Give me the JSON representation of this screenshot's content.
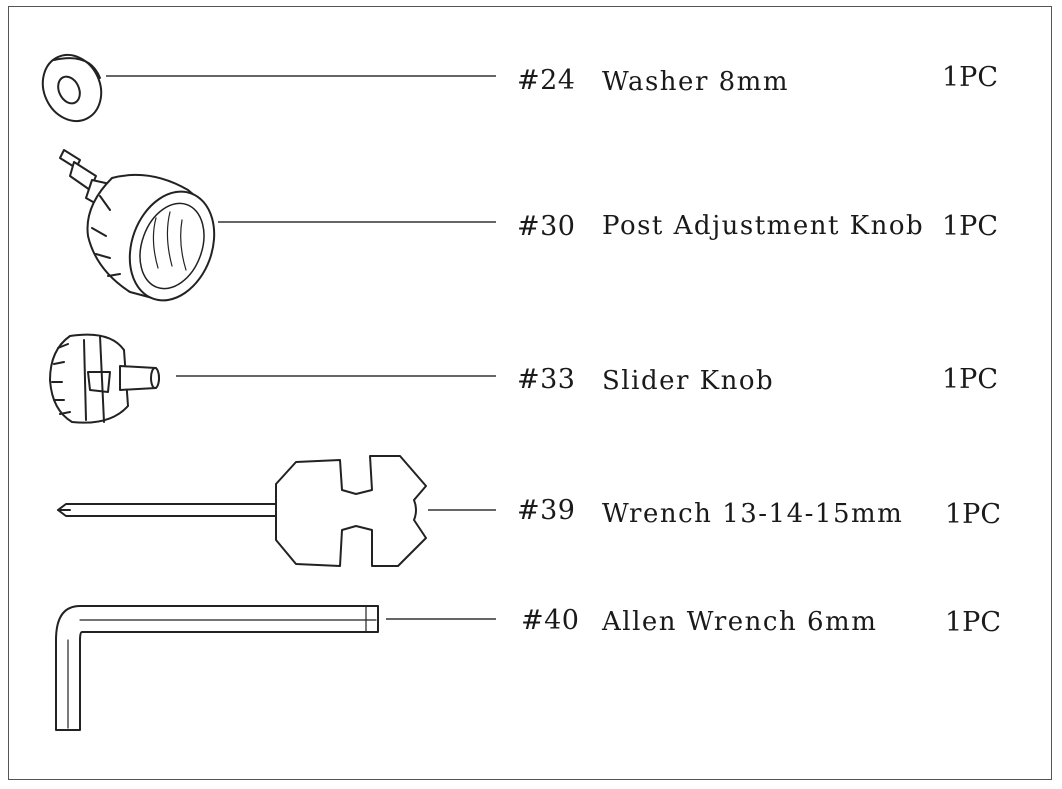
{
  "parts": [
    {
      "number": "#24",
      "name": "Washer 8mm",
      "qty": "1PC",
      "icon": "washer-icon"
    },
    {
      "number": "#30",
      "name": "Post Adjustment Knob",
      "qty": "1PC",
      "icon": "post-adjustment-knob-icon"
    },
    {
      "number": "#33",
      "name": "Slider Knob",
      "qty": "1PC",
      "icon": "slider-knob-icon"
    },
    {
      "number": "#39",
      "name": "Wrench 13-14-15mm",
      "qty": "1PC",
      "icon": "wrench-icon"
    },
    {
      "number": "#40",
      "name": "Allen Wrench 6mm",
      "qty": "1PC",
      "icon": "allen-wrench-icon"
    }
  ],
  "colors": {
    "ink": "#1a1a1a",
    "line": "#333333",
    "background": "#ffffff"
  }
}
